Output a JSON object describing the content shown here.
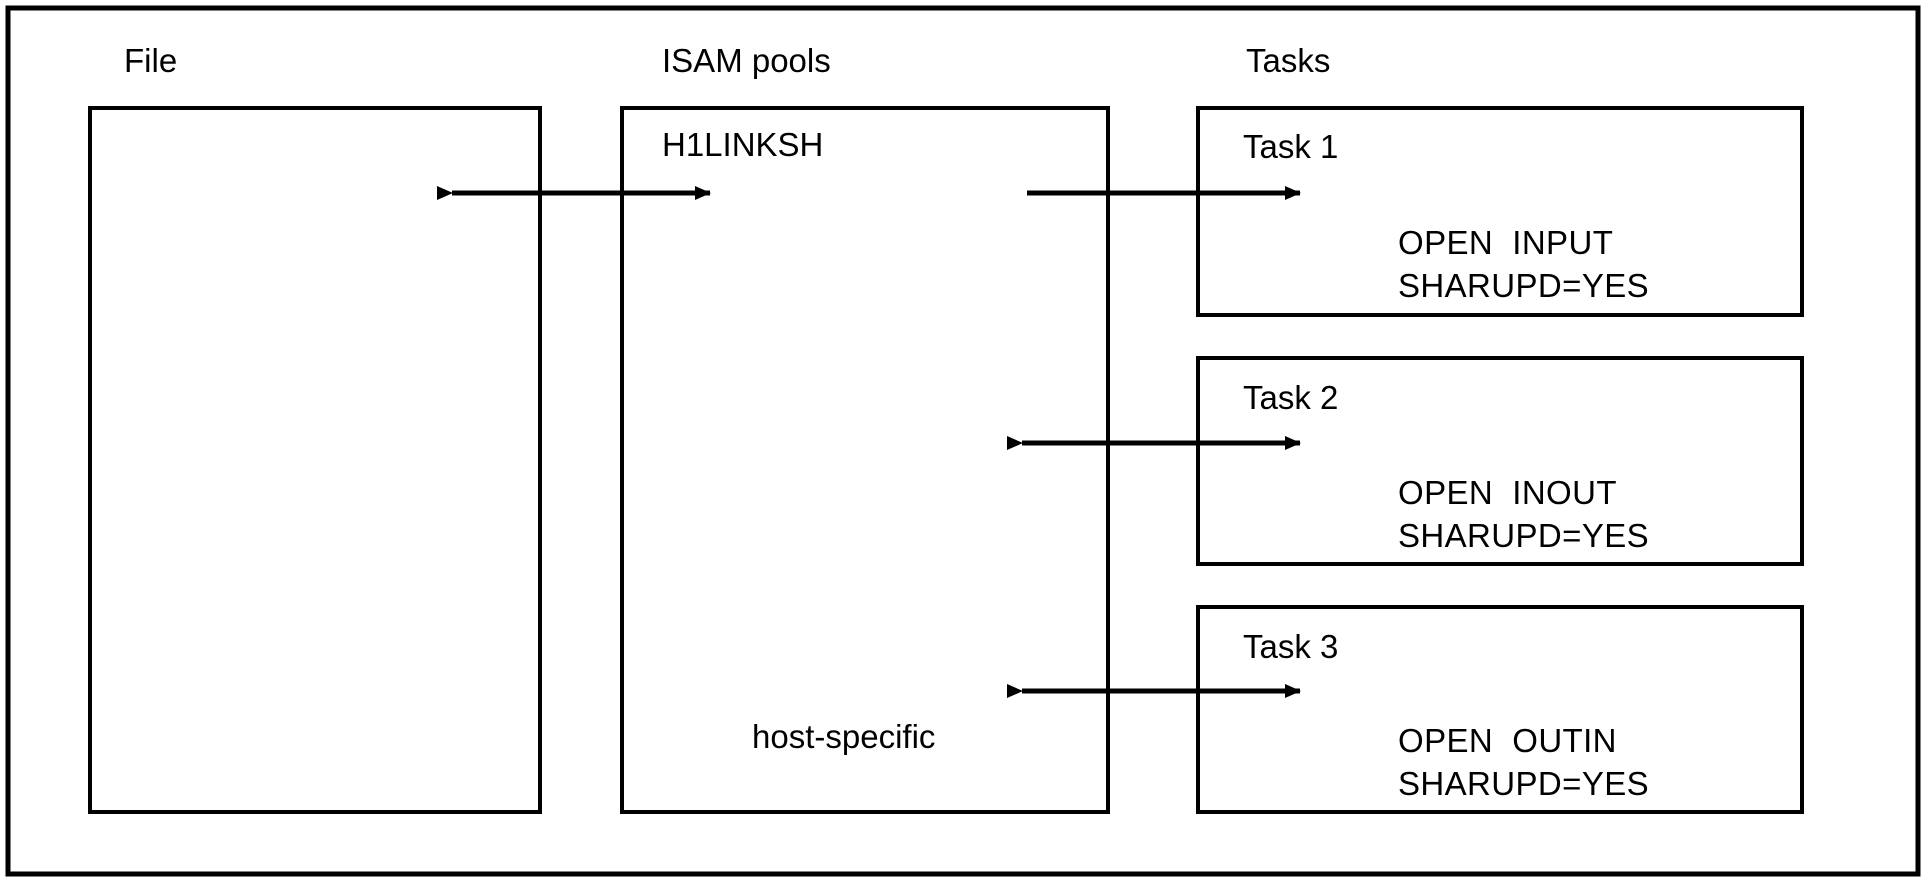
{
  "figure": {
    "type": "block-diagram",
    "background_color": "#ffffff",
    "line_color": "#000000",
    "text_color": "#000000",
    "outer_border": {
      "label": "figure-frame"
    }
  },
  "columns": [
    {
      "key": "file",
      "title": "File"
    },
    {
      "key": "isam_pools",
      "title": "ISAM pools"
    },
    {
      "key": "tasks",
      "title": "Tasks"
    }
  ],
  "file_box": {
    "title": "File",
    "contents": ""
  },
  "isam_box": {
    "title": "ISAM pools",
    "pool_name": "H1LINKSH",
    "host_specific_label": "host-specific"
  },
  "tasks": [
    {
      "name": "Task 1",
      "open_mode": "OPEN  INPUT",
      "sharupd": "SHARUPD=YES",
      "arrow": {
        "style": "single-head-right",
        "to": "task"
      }
    },
    {
      "name": "Task 2",
      "open_mode": "OPEN  INOUT",
      "sharupd": "SHARUPD=YES",
      "arrow": {
        "style": "double-head",
        "to": "task"
      }
    },
    {
      "name": "Task 3",
      "open_mode": "OPEN  OUTIN",
      "sharupd": "SHARUPD=YES",
      "arrow": {
        "style": "double-head",
        "to": "task"
      }
    }
  ],
  "connections": [
    {
      "key": "file-to-pool",
      "style": "double-head",
      "from": "File",
      "to": "ISAM pools",
      "label": "H1LINKSH"
    }
  ]
}
